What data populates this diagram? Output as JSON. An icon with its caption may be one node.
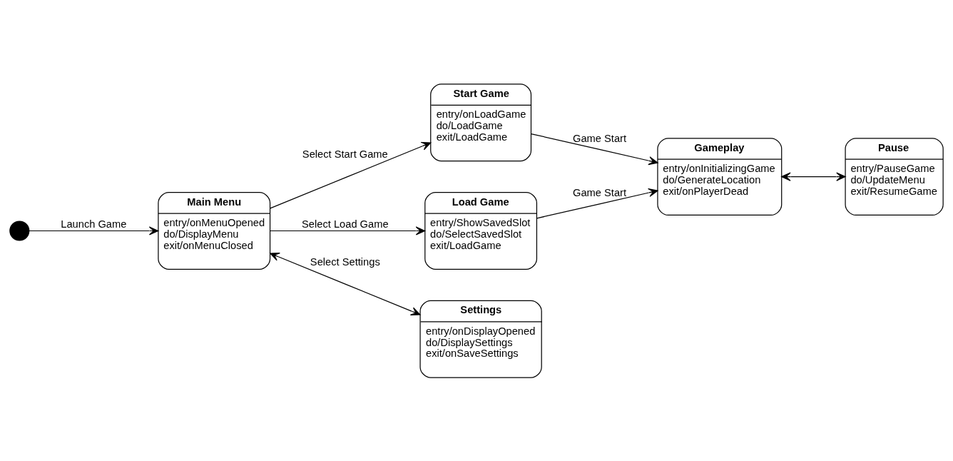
{
  "diagram": {
    "nodes": [
      {
        "text": [],
        "shape": "circle"
      },
      {
        "text": [
          "Main Menu",
          "entry/onMenuOpened",
          "do/DisplayMenu",
          "exit/onMenuClosed"
        ]
      },
      {
        "text": [
          "Start Game",
          "entry/onLoadGame",
          "do/LoadGame",
          "exit/LoadGame"
        ]
      },
      {
        "text": [
          "Load Game",
          "entry/ShowSavedSlot",
          "do/SelectSavedSlot",
          "exit/LoadGame"
        ]
      },
      {
        "text": [
          "Gameplay",
          "entry/onInitializingGame",
          "do/GenerateLocation",
          "exit/onPlayerDead"
        ]
      },
      {
        "text": [
          "Pause",
          "entry/PauseGame",
          "do/UpdateMenu",
          "exit/ResumeGame"
        ]
      },
      {
        "text": [
          "Settings",
          "entry/onDisplayOpened",
          "do/DisplaySettings",
          "exit/onSaveSettings"
        ]
      }
    ],
    "edges": [
      {
        "from": 0,
        "to": 1,
        "arrow": "to",
        "label": "Launch Game"
      },
      {
        "from": 1,
        "to": 2,
        "arrow": "to",
        "label": "Select Start Game"
      },
      {
        "from": 1,
        "to": 3,
        "arrow": "to",
        "label": "Select Load Game"
      },
      {
        "from": 1,
        "to": 6,
        "arrow": "both",
        "label": "Select Settings"
      },
      {
        "from": 2,
        "to": 4,
        "arrow": "to",
        "label": "Game Start"
      },
      {
        "from": 3,
        "to": 4,
        "arrow": "to",
        "label": "Game Start"
      },
      {
        "from": 4,
        "to": 5,
        "arrow": "both"
      }
    ]
  }
}
